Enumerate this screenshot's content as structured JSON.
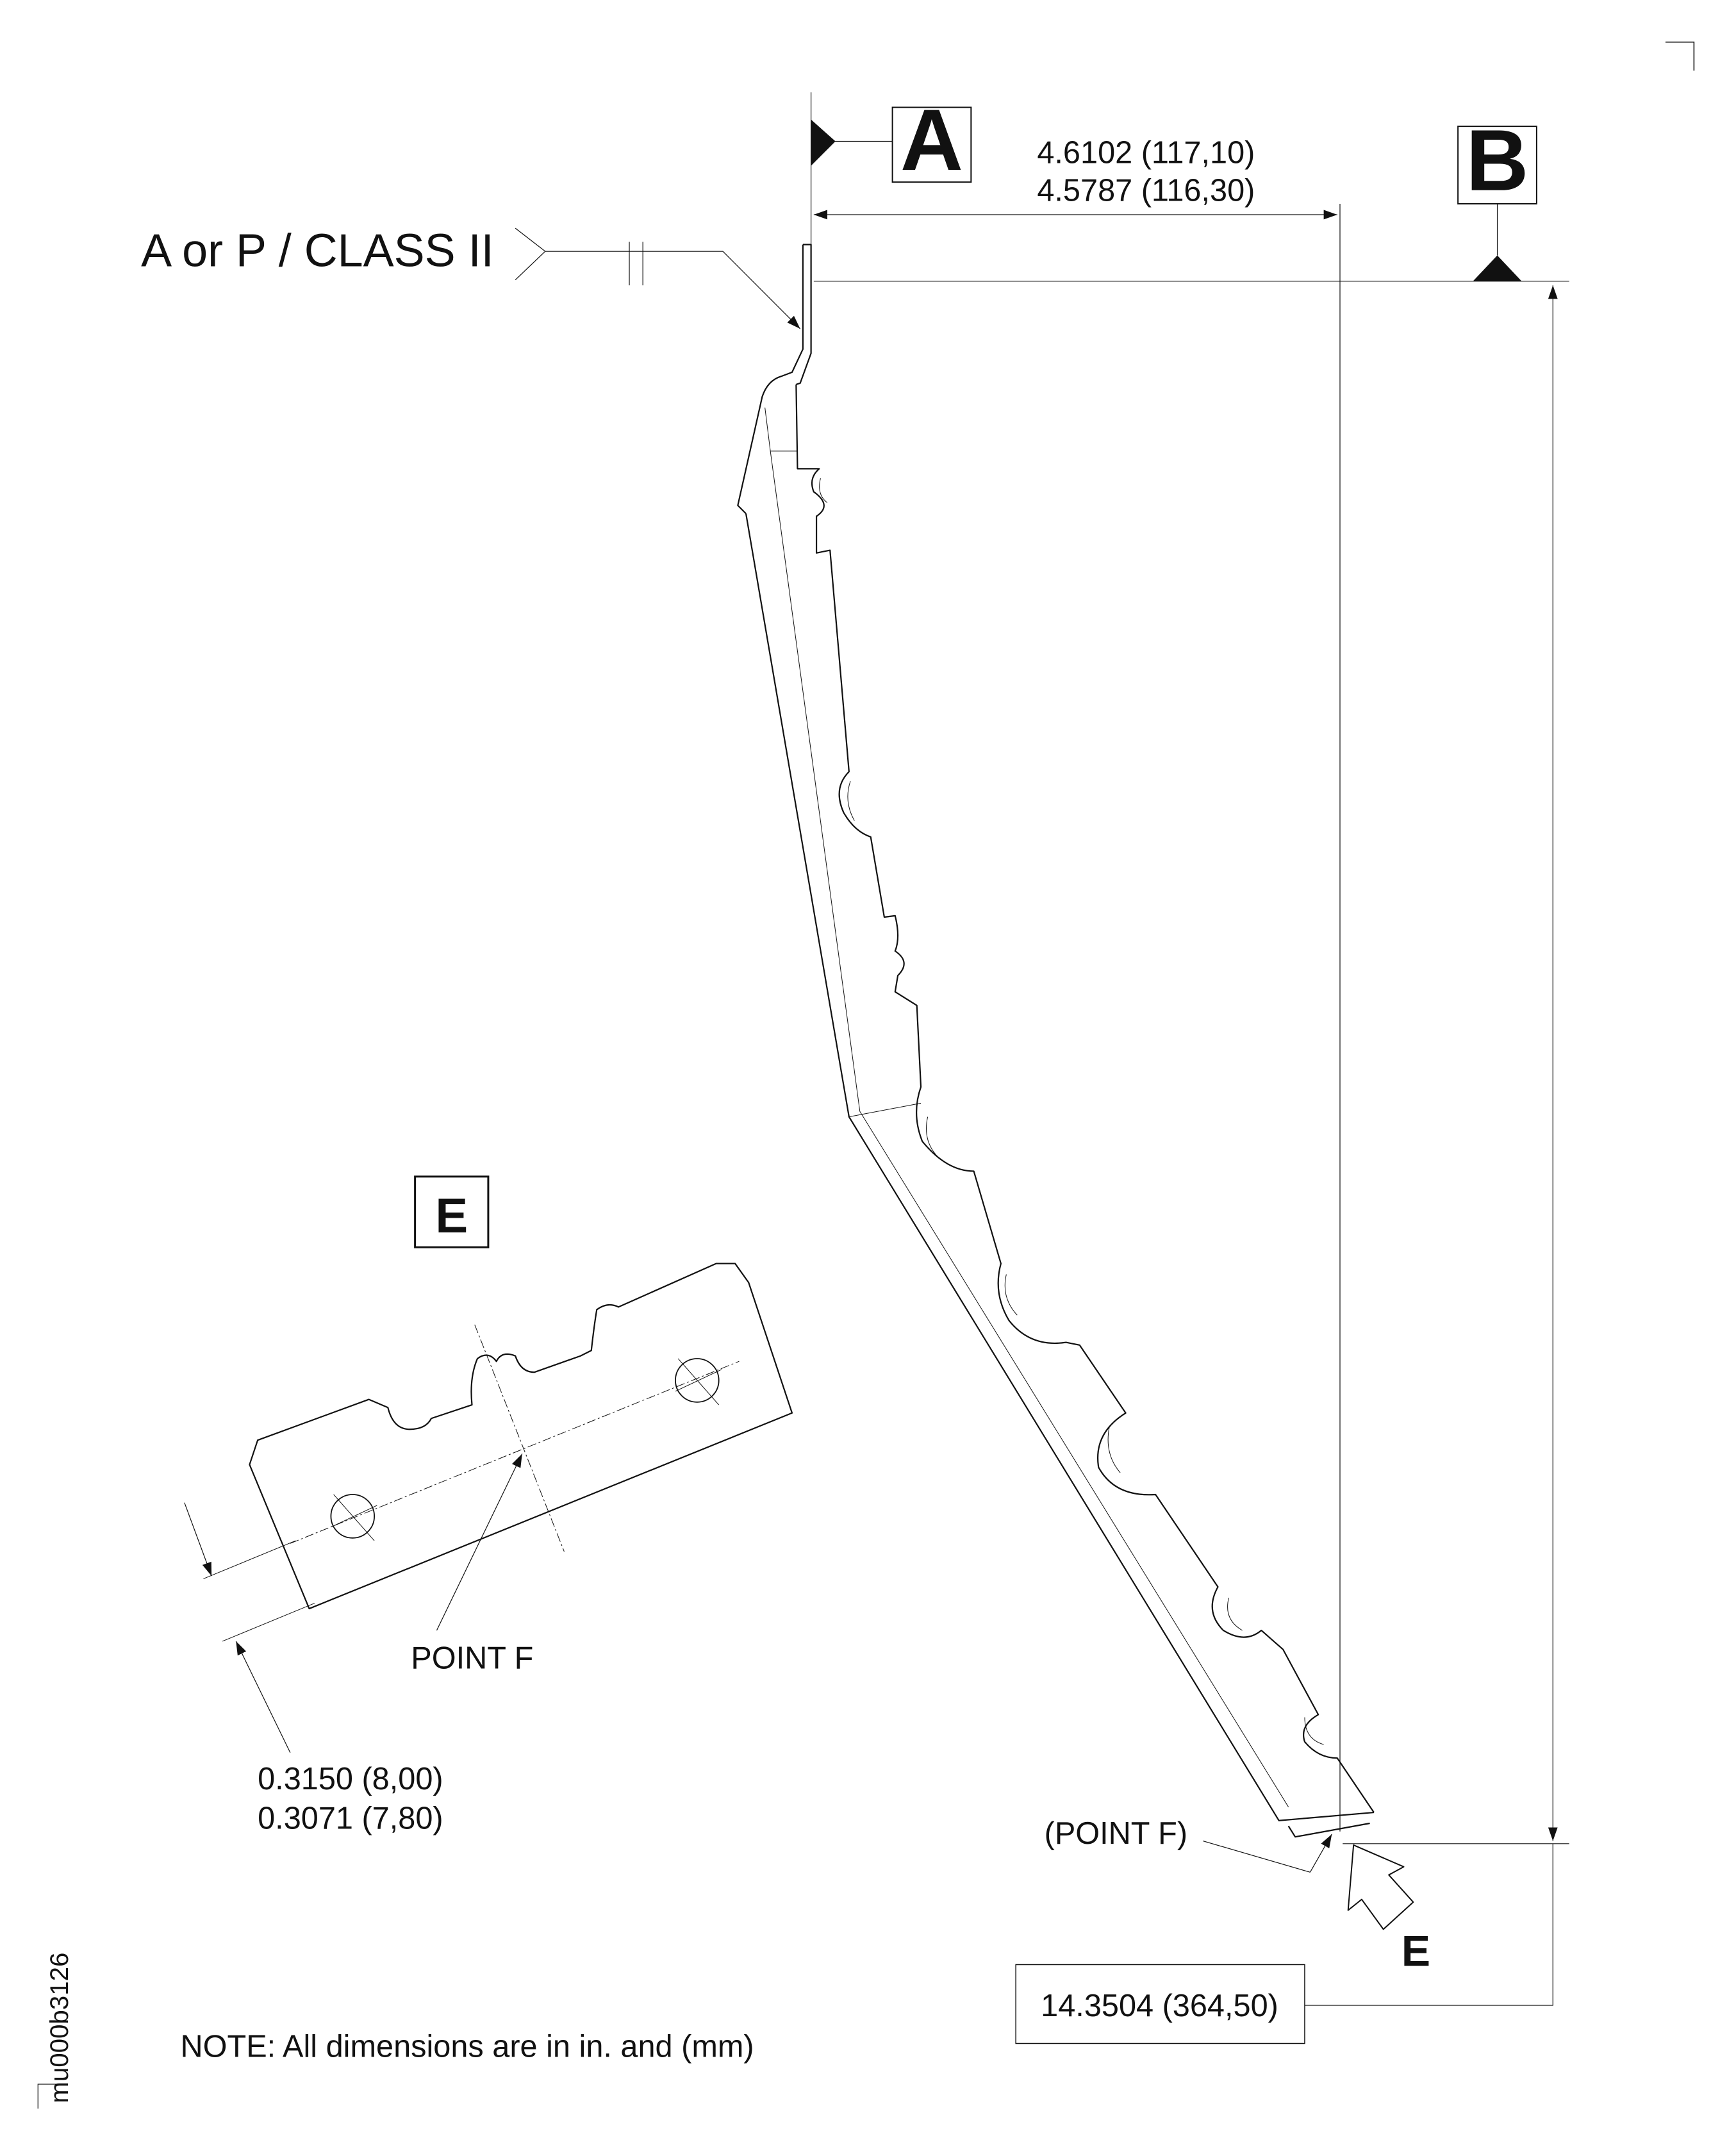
{
  "datum_a": "A",
  "datum_b": "B",
  "dim_top_max": "4.6102 (117,10)",
  "dim_top_min": "4.5787 (116,30)",
  "surface_callout": "A or P / CLASS II",
  "detail_label": "E",
  "view_label": "E",
  "point_f_label": "POINT F",
  "point_f_ref": "(POINT F)",
  "dim_width_max": "0.3150 (8,00)",
  "dim_width_min": "0.3071 (7,80)",
  "dim_height": "14.3504 (364,50)",
  "note": "NOTE: All dimensions are in in. and (mm)",
  "drawing_id": "mu000b3126"
}
